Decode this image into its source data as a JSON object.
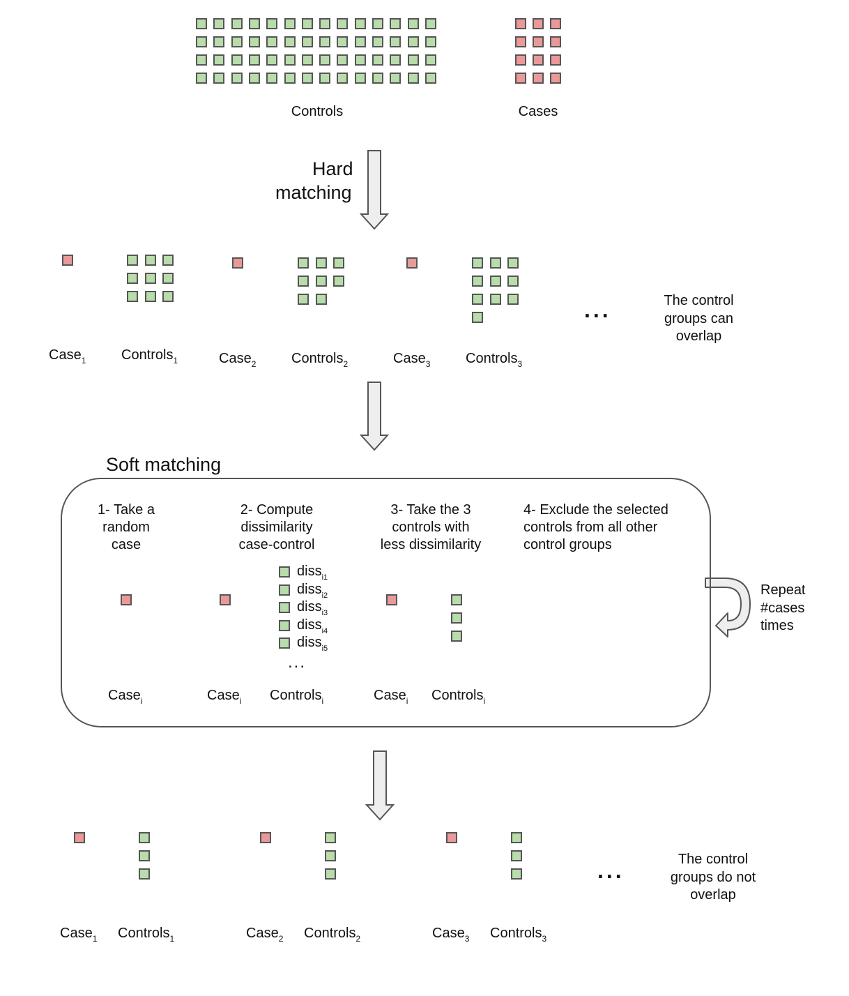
{
  "top": {
    "controls_label": "Controls",
    "cases_label": "Cases"
  },
  "arrow1": {
    "line1": "Hard",
    "line2": "matching"
  },
  "hard": {
    "groups": [
      {
        "case": "Case",
        "case_sub": "1",
        "controls": "Controls",
        "controls_sub": "1",
        "n_controls": 9
      },
      {
        "case": "Case",
        "case_sub": "2",
        "controls": "Controls",
        "controls_sub": "2",
        "n_controls": 8
      },
      {
        "case": "Case",
        "case_sub": "3",
        "controls": "Controls",
        "controls_sub": "3",
        "n_controls": 10
      }
    ],
    "ellipsis": "...",
    "note": [
      "The control",
      "groups can",
      "overlap"
    ]
  },
  "soft": {
    "title": "Soft matching",
    "steps": [
      {
        "lines": [
          "1- Take a",
          "random",
          "case"
        ]
      },
      {
        "lines": [
          "2- Compute",
          "dissimilarity",
          "case-control"
        ]
      },
      {
        "lines": [
          "3- Take the 3",
          "controls with",
          "less dissimilarity"
        ]
      },
      {
        "lines": [
          "4- Exclude the selected",
          "controls from all other",
          "control groups"
        ]
      }
    ],
    "diss": [
      {
        "text": "diss",
        "sub": "i1"
      },
      {
        "text": "diss",
        "sub": "i2"
      },
      {
        "text": "diss",
        "sub": "i3"
      },
      {
        "text": "diss",
        "sub": "i4"
      },
      {
        "text": "diss",
        "sub": "i5"
      }
    ],
    "diss_ellipsis": "...",
    "labels": {
      "case": "Case",
      "controls": "Controls",
      "sub": "i"
    },
    "repeat": [
      "Repeat",
      "#cases",
      "times"
    ]
  },
  "final": {
    "groups": [
      {
        "case": "Case",
        "case_sub": "1",
        "controls": "Controls",
        "controls_sub": "1"
      },
      {
        "case": "Case",
        "case_sub": "2",
        "controls": "Controls",
        "controls_sub": "2"
      },
      {
        "case": "Case",
        "case_sub": "3",
        "controls": "Controls",
        "controls_sub": "3"
      }
    ],
    "ellipsis": "...",
    "note": [
      "The control",
      "groups do not",
      "overlap"
    ]
  },
  "colors": {
    "control": "#b8dcab",
    "case": "#ea9999",
    "border": "#555555",
    "arrow_fill": "#eeeeee"
  }
}
